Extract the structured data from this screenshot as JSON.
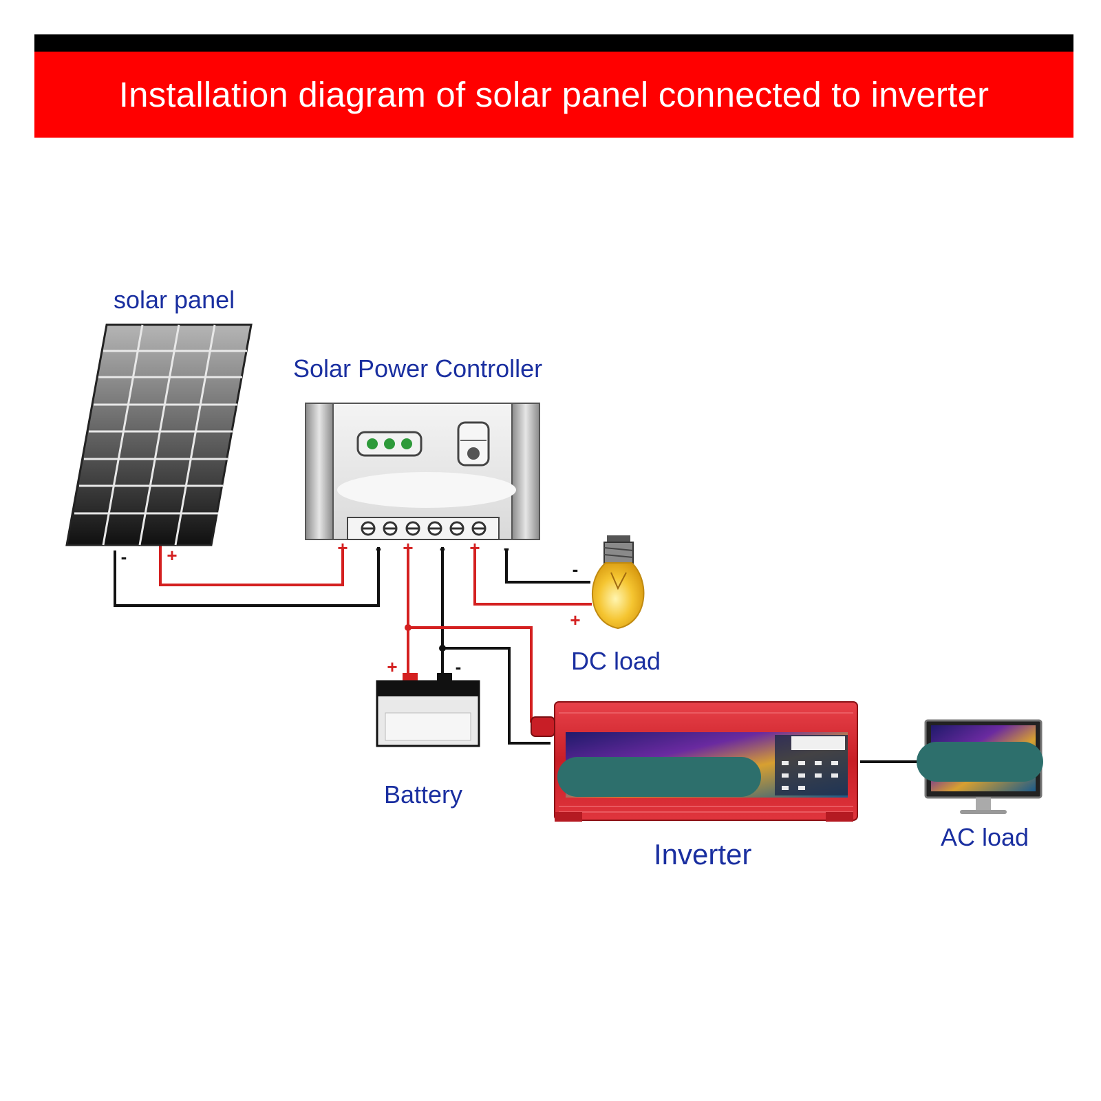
{
  "title": "Installation diagram of solar panel connected to inverter",
  "labels": {
    "solar_panel": "solar panel",
    "controller": "Solar Power Controller",
    "dc_load": "DC load",
    "battery": "Battery",
    "inverter": "Inverter",
    "ac_load": "AC load"
  },
  "polarity": {
    "plus": "+",
    "minus": "-"
  },
  "colors": {
    "banner": "#ff0000",
    "banner_top": "#000000",
    "label_text": "#1a2fa0",
    "wire_positive": "#d42020",
    "wire_negative": "#111111",
    "inverter_body": "#d8262c",
    "status_led": "#2e9a3a"
  }
}
